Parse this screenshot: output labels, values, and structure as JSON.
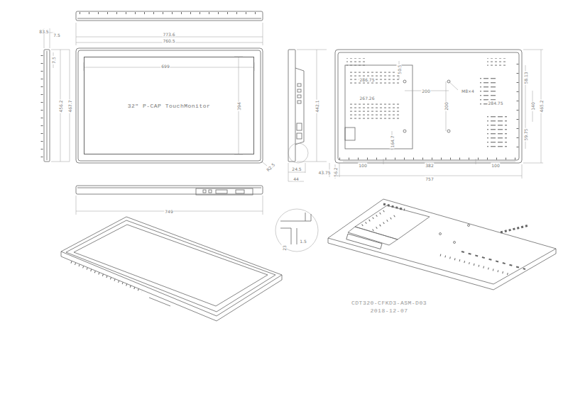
{
  "diagram": {
    "nodes": [
      {
        "text": [
          "32\" P-CAP TouchMonitor"
        ]
      }
    ],
    "labels": [
      "83.5",
      "7.5",
      "773.6",
      "760.5",
      "7.5",
      "456.2",
      "467.7",
      "699",
      "394",
      "R2.5",
      "442.1",
      "24.5",
      "44",
      "43.75",
      "56.2",
      "100",
      "382",
      "100",
      "757",
      "50.5",
      "286.75",
      "267.26",
      "200",
      "M8×4",
      "200",
      "284.75",
      "164.7",
      "58.13",
      "140",
      "465.2",
      "59.75",
      "749",
      "1.5",
      "23",
      "CDT320-CFKD3-ASM-D03",
      "2018-12-07"
    ]
  }
}
